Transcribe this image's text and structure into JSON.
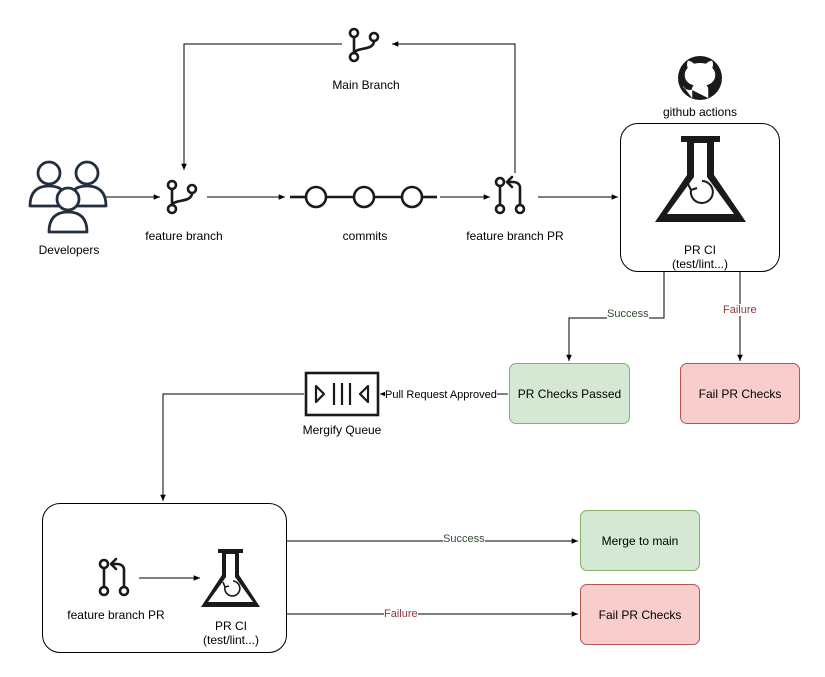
{
  "nodes": {
    "main_branch": "Main Branch",
    "github_actions": "github actions",
    "developers": "Developers",
    "feature_branch": "feature branch",
    "commits": "commits",
    "feature_branch_pr_top": "feature branch PR",
    "pr_ci_top_line1": "PR CI",
    "pr_ci_top_line2": "(test/lint...)",
    "pr_checks_passed": "PR Checks Passed",
    "fail_pr_checks_top": "Fail PR Checks",
    "mergify_queue": "Mergify Queue",
    "feature_branch_pr_bottom": "feature branch PR",
    "pr_ci_bottom_line1": "PR CI",
    "pr_ci_bottom_line2": "(test/lint...)",
    "merge_to_main": "Merge to main",
    "fail_pr_checks_bottom": "Fail PR Checks"
  },
  "edges": {
    "success_top": "Success",
    "failure_top": "Failure",
    "pull_request_approved": "Pull Request Approved",
    "success_bottom": "Success",
    "failure_bottom": "Failure"
  },
  "colors": {
    "success_fill": "#d5e8d4",
    "success_stroke": "#82b366",
    "failure_fill": "#f8cecc",
    "failure_stroke": "#b85450",
    "success_text": "#2e4d2e",
    "failure_text": "#8b3a3a",
    "icon": "#1a1a1a",
    "users_icon": "#232f3e"
  },
  "icons": [
    "git-branch-icon",
    "git-pull-request-icon",
    "commits-icon",
    "users-icon",
    "flask-icon",
    "github-icon",
    "queue-icon"
  ]
}
